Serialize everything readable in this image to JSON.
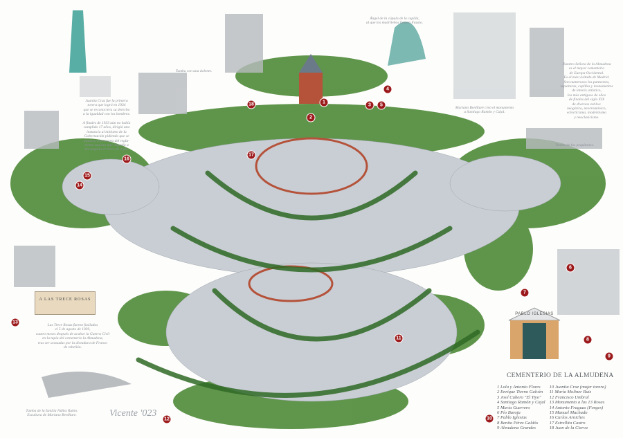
{
  "title": "CEMENTERIO DE LA ALMUDENA",
  "legend": {
    "col1": [
      "1 Lola y Antonio Flores",
      "2 Enrique Tierno Galván",
      "3 José Cubero \"El Yiyo\"",
      "4 Santiago Ramón y Cajal",
      "5 María Guerrero",
      "6 Pío Baroja",
      "7 Pablo Iglesias",
      "8 Benito Pérez Galdós",
      "9 Almudena Grandes"
    ],
    "col2": [
      "10 Juanita Cruz (mujer torera)",
      "11 María Moliner Ruiz",
      "12 Francisco Umbral",
      "13 Monumento a las 13 Rosas",
      "14 Antonio Fraguas (Forges)",
      "15 Manuel Machado",
      "16 Carlos Arniches",
      "17 Estrellita Castro",
      "18 Juan de la Cierva"
    ]
  },
  "markers": [
    "1",
    "2",
    "3",
    "4",
    "5",
    "6",
    "7",
    "8",
    "9",
    "10",
    "11",
    "12",
    "13",
    "14",
    "15",
    "16",
    "17",
    "18"
  ],
  "captions": {
    "angel": "Ángel de la cúpula de la capilla,\nal que los madrileños llaman Fausto.",
    "dolente": "Tumba con una dolente.",
    "juanita": "Juanita Cruz fue la primera\ntorera que logró en 1934\nque se reconociera su derecho\na la igualdad con los hombres.\n\nA finales de 1933 aún no había\ncumplido 17 años, dirigió una\ninstancia al ministro de la\nGobernación pidiendo que se\nanulara el precepto del regla-\nmento taurino que impedía a\nlas mujeres el toreo de a pie.",
    "benlliure_cajal": "Mariano Benlliure creó el monumento\na Santiago Ramón y Cajal.",
    "almudena": "Nuestra Señora de la Almudena\nes el mayor cementerio\nde Europa Occidental.\nEs el más visitado de Madrid.\nSon numerosos los panteones,\nsepulturas, capillas y monumentos\nde interés artístico,\nlos más antiguos de ellos\nde finales del siglo XIX\nde diversos estilos:\nneogótico, neorrománico,\neclecticismo, modernismo\ny neoclasicismo.",
    "pequeneses": "Tumba de los pequineses.",
    "trece_rosas": "Las Trece Rosas fueron fusiladas\nel 5 de agosto de 1939,\ncuatro meses después de acabar la Guerra Civil\nen la tapia del cementerio la Almudena,\ntras ser acusadas por la dictadura de Franco\nde rebelión.",
    "nunez_rubio": "Tumba de la familia Núñez Rubio.\nEscultura de Mariano Benlliure."
  },
  "plaque_text": "A LAS TRECE ROSAS",
  "pantheon_text": "PABLO IGLESIAS",
  "signature": "Vicente '023",
  "colors": {
    "marker": "#9c1a1c",
    "foliage": "#3d7a2e",
    "foliage_light": "#7fb05a",
    "plots": "#c9ced4",
    "brick": "#b4523a",
    "paper": "#fdfdfb"
  }
}
